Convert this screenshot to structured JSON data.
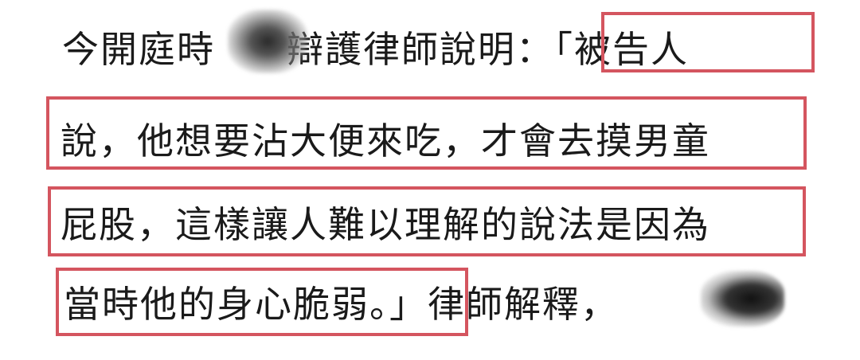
{
  "document": {
    "line1": {
      "before_mark": "今開庭時",
      "after_mark": "辯護律師說明：「被告人"
    },
    "line2": "說，他想要沾大便來吃，才會去摸男童",
    "line3": "屁股，這樣讓人難以理解的說法是因為",
    "line4": {
      "text": "當時他的身心脆弱。」律師解釋，"
    }
  },
  "colors": {
    "highlight_border": "#d4555f",
    "text": "#1a1a1a",
    "background": "#ffffff"
  }
}
